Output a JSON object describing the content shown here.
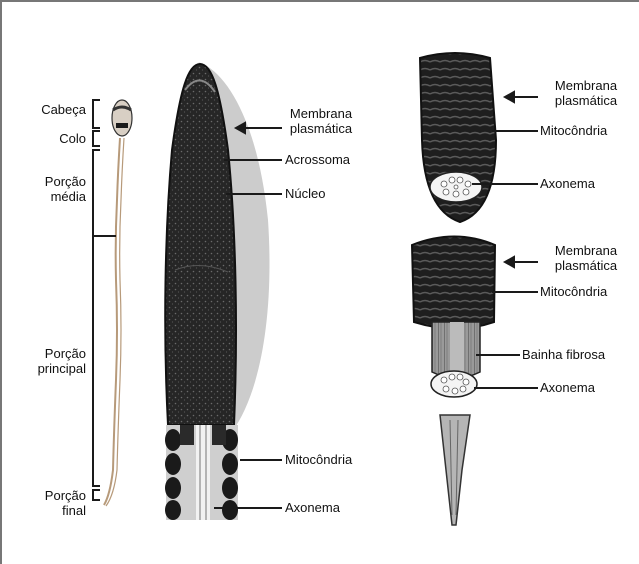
{
  "labels": {
    "cabeca": "Cabeça",
    "colo": "Colo",
    "porcao_media": [
      "Porção",
      "média"
    ],
    "porcao_principal": [
      "Porção",
      "principal"
    ],
    "porcao_final": [
      "Porção",
      "final"
    ],
    "membrana_plasmatica_1": [
      "Membrana",
      "plasmática"
    ],
    "acrossoma": "Acrossoma",
    "nucleo": "Núcleo",
    "mitocondria_1": "Mitocôndria",
    "axonema_1": "Axonema",
    "membrana_plasmatica_2": [
      "Membrana",
      "plasmática"
    ],
    "mitocondria_2": "Mitocôndria",
    "axonema_2": "Axonema",
    "membrana_plasmatica_3": [
      "Membrana",
      "plasmática"
    ],
    "mitocondria_3": "Mitocôndria",
    "bainha_fibrosa": "Bainha fibrosa",
    "axonema_3": "Axonema"
  },
  "colors": {
    "ink": "#1a1a1a",
    "dark_fill": "#262626",
    "membrane_gray": "#c9c9c9",
    "frame": "#777777",
    "tail_line": "#b79a7a"
  }
}
